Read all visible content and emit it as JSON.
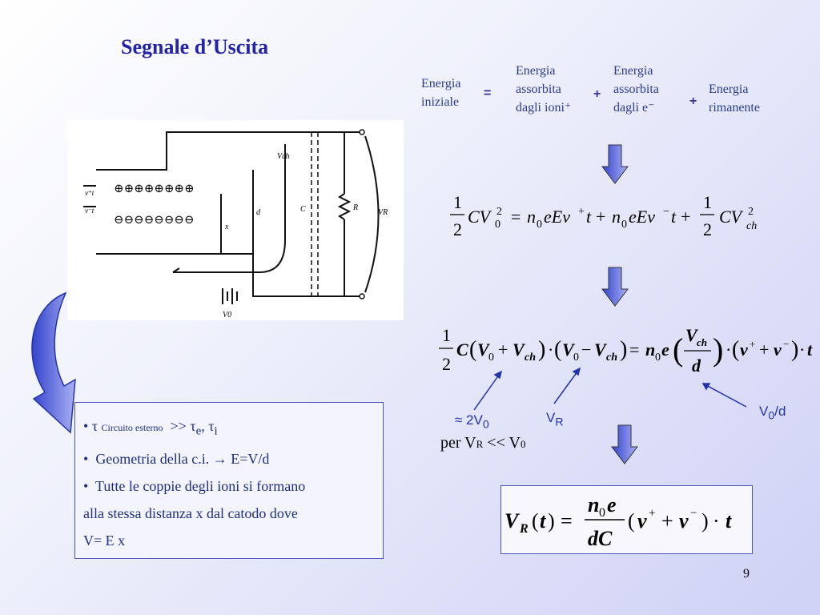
{
  "slide": {
    "title": "Segnale d’Uscita",
    "page_number": "9"
  },
  "energy_balance": {
    "term1": [
      "Energia",
      "iniziale"
    ],
    "term2": [
      "Energia",
      "assorbita",
      "dagli ioni⁺"
    ],
    "term3": [
      "Energia",
      "assorbita",
      "dagli e⁻"
    ],
    "term4": [
      "Energia",
      "rimanente"
    ],
    "equals": "=",
    "plus": "+"
  },
  "circuit": {
    "plus_charges": "⊕⊕⊕⊕⊕⊕⊕⊕",
    "minus_charges": "⊖⊖⊖⊖⊖⊖⊖⊖",
    "labels": {
      "vplus_t": "v⁺t",
      "vminus_t": "v⁻t",
      "x": "x",
      "d": "d",
      "vch": "Vch",
      "c": "C",
      "r": "R",
      "vr": "VR",
      "v0": "V0"
    }
  },
  "annotations": {
    "approx": "≈ 2V",
    "approx_sub": "0",
    "vr": "V",
    "vr_sub": "R",
    "v0d": "V",
    "v0d_sub": "0",
    "v0d_tail": "/d",
    "per_prefix": "per V",
    "per_sub": "R",
    "per_mid": " << V",
    "per_sub2": "0"
  },
  "bullets": {
    "b1_tau": "τ",
    "b1_sub": "Circuito esterno",
    "b1_rest": ">> τ",
    "b1_e": "e",
    "b1_comma": ", τ",
    "b1_i": "i",
    "b2": "Geometria della c.i.  →  E=V/d",
    "b3": "Tutte le coppie degli ioni si formano",
    "b3b": "alla stessa distanza x dal catodo dove",
    "b3c": "V= E x"
  }
}
